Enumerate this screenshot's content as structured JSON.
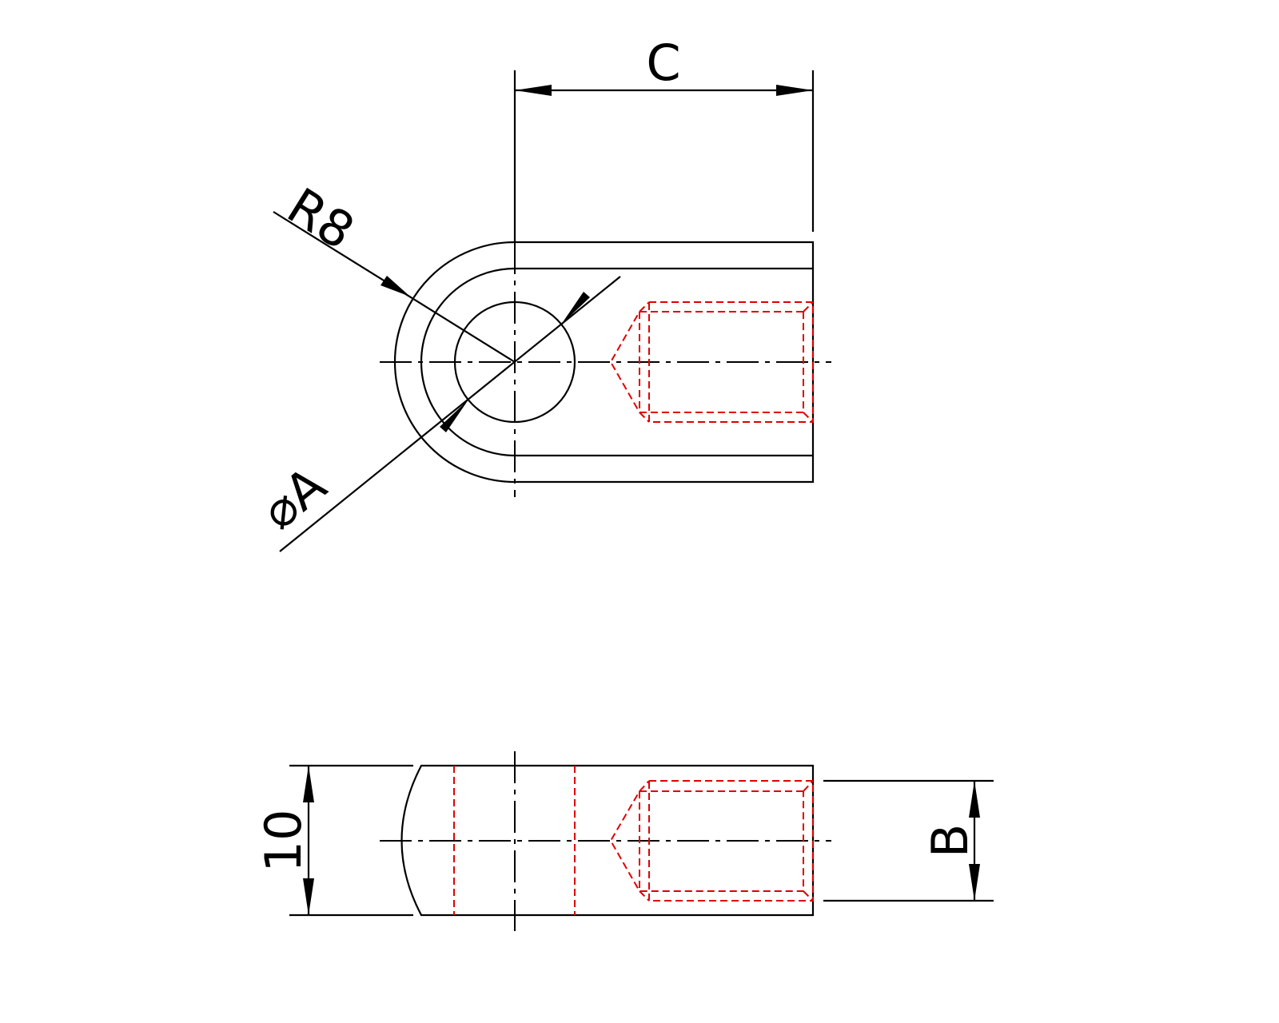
{
  "drawing": {
    "top_view": {
      "dim_length_label": "C",
      "dim_radius_label": "R8",
      "dim_hole_label": "⌀A"
    },
    "side_view": {
      "dim_thickness_label": "10",
      "dim_thread_label": "B"
    },
    "colors": {
      "outline": "#000000",
      "hidden_thread": "#e00000"
    }
  }
}
